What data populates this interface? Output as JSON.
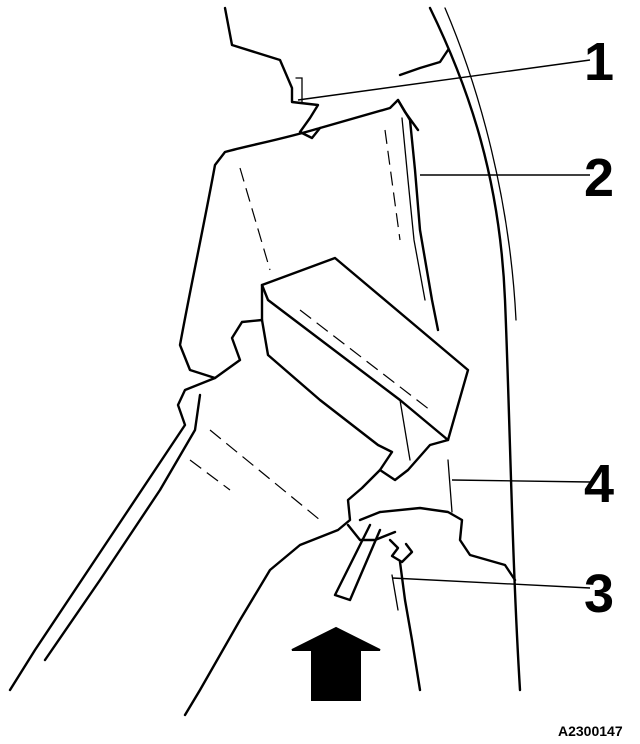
{
  "callouts": [
    {
      "id": "1",
      "label": "1"
    },
    {
      "id": "2",
      "label": "2"
    },
    {
      "id": "3",
      "label": "3"
    },
    {
      "id": "4",
      "label": "4"
    }
  ],
  "reference_code": "A2300147",
  "arrow_direction": "up"
}
